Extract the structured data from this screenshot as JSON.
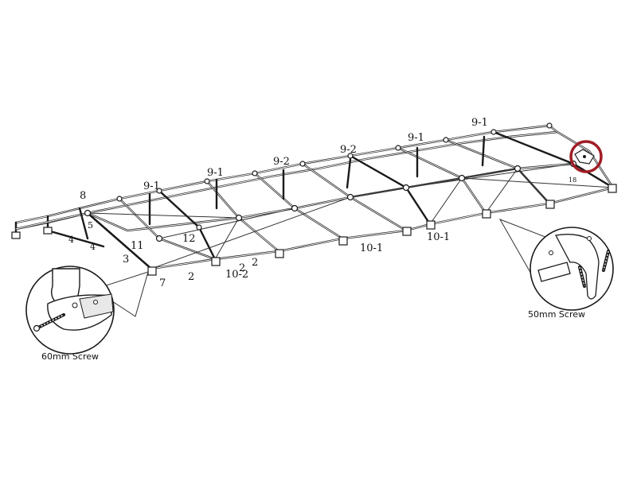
{
  "parts": [
    {
      "id": "p-8",
      "label": "8"
    },
    {
      "id": "p-9-1-a",
      "label": "9-1"
    },
    {
      "id": "p-9-1-b",
      "label": "9-1"
    },
    {
      "id": "p-9-2-a",
      "label": "9-2"
    },
    {
      "id": "p-9-2-b",
      "label": "9-2"
    },
    {
      "id": "p-9-1-c",
      "label": "9-1"
    },
    {
      "id": "p-9-1-d",
      "label": "9-1"
    },
    {
      "id": "p-5",
      "label": "5"
    },
    {
      "id": "p-4-a",
      "label": "4"
    },
    {
      "id": "p-4-b",
      "label": "4"
    },
    {
      "id": "p-11",
      "label": "11"
    },
    {
      "id": "p-12",
      "label": "12"
    },
    {
      "id": "p-3",
      "label": "3"
    },
    {
      "id": "p-2-a",
      "label": "2"
    },
    {
      "id": "p-2-b",
      "label": "2"
    },
    {
      "id": "p-2-c",
      "label": "2"
    },
    {
      "id": "p-7",
      "label": "7"
    },
    {
      "id": "p-10-2",
      "label": "10-2"
    },
    {
      "id": "p-10-1-a",
      "label": "10-1"
    },
    {
      "id": "p-10-1-b",
      "label": "10-1"
    },
    {
      "id": "p-18",
      "label": "18"
    }
  ],
  "insets": {
    "left_caption": "60mm Screw",
    "right_caption": "50mm Screw"
  },
  "highlight_color": "#a01c24"
}
